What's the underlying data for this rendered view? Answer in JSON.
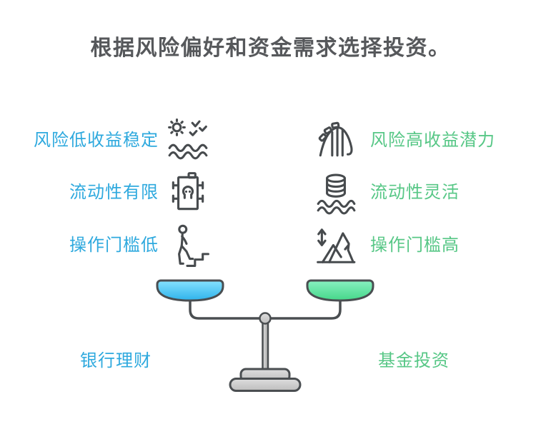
{
  "title": "根据风险偏好和资金需求选择投资。",
  "colors": {
    "blue_text": "#2EA9DE",
    "green_text": "#57C786",
    "title_gray": "#56585B",
    "icon_stroke": "#474B4E",
    "pan_blue_top": "#86E2FD",
    "pan_blue_bottom": "#2EB3EC",
    "pan_green_top": "#88F0C1",
    "pan_green_bottom": "#45D789"
  },
  "left": {
    "name": "银行理财",
    "items": [
      {
        "label": "风险低收益稳定",
        "icon": "calm-sea-icon"
      },
      {
        "label": "流动性有限",
        "icon": "barrel-icon"
      },
      {
        "label": "操作门槛低",
        "icon": "person-stairs-icon"
      }
    ]
  },
  "right": {
    "name": "基金投资",
    "items": [
      {
        "label": "风险高收益潜力",
        "icon": "roller-coaster-icon"
      },
      {
        "label": "流动性灵活",
        "icon": "coins-waves-icon"
      },
      {
        "label": "操作门槛高",
        "icon": "mountains-arrow-icon"
      }
    ]
  },
  "scale": {
    "left_pan": "blue",
    "right_pan": "green"
  }
}
